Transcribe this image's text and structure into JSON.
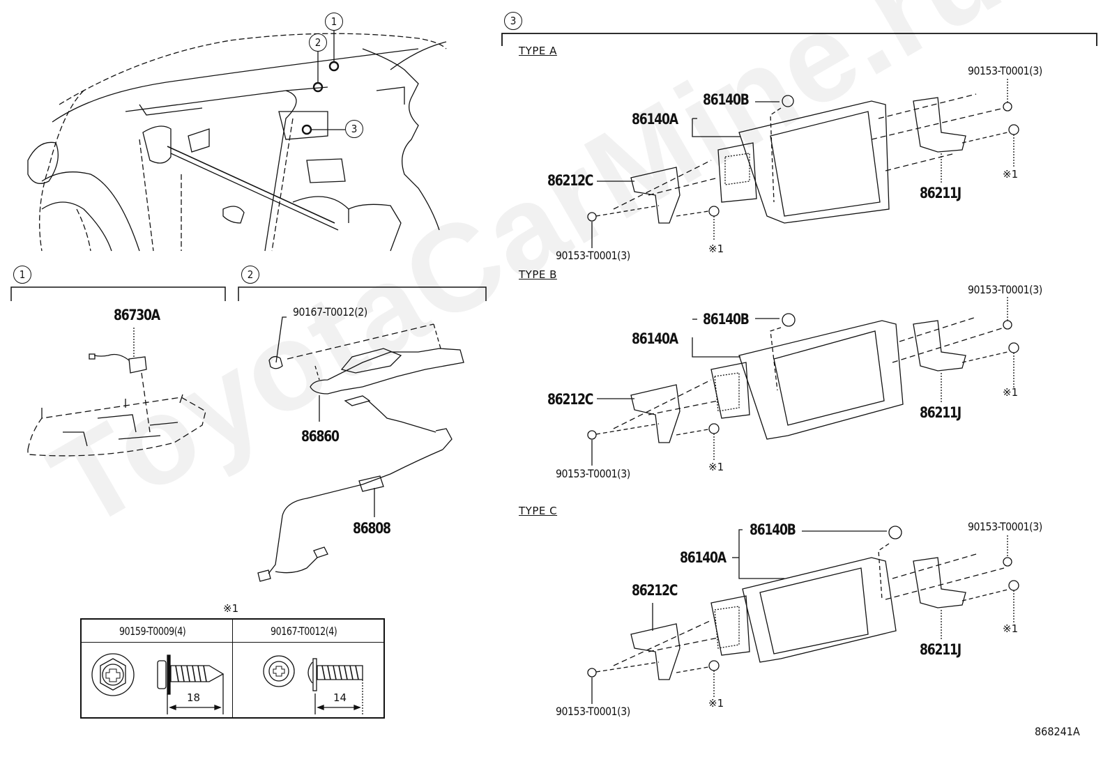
{
  "watermark": "ToyotaCarMine.ru",
  "figure_id": "868241A",
  "overview": {
    "callouts": [
      "1",
      "2",
      "3"
    ]
  },
  "section1": {
    "marker": "1",
    "parts": [
      {
        "id": "86730A"
      }
    ]
  },
  "section2": {
    "marker": "2",
    "parts": [
      {
        "id": "90167-T0012(2)"
      },
      {
        "id": "86860"
      },
      {
        "id": "86808"
      }
    ]
  },
  "section3": {
    "marker": "3",
    "types": [
      {
        "label": "TYPE A",
        "parts": [
          "86140B",
          "86140A",
          "86212C",
          "90153-T0001(3)",
          "※1",
          "90153-T0001(3)",
          "86211J",
          "※1"
        ]
      },
      {
        "label": "TYPE B",
        "parts": [
          "86140B",
          "86140A",
          "86212C",
          "90153-T0001(3)",
          "※1",
          "90153-T0001(3)",
          "86211J",
          "※1"
        ]
      },
      {
        "label": "TYPE C",
        "parts": [
          "86140B",
          "86140A",
          "86212C",
          "90153-T0001(3)",
          "※1",
          "90153-T0001(3)",
          "86211J",
          "※1"
        ]
      }
    ]
  },
  "fastener_table": {
    "note": "※1",
    "columns": [
      {
        "part": "90159-T0009(4)",
        "length": "18"
      },
      {
        "part": "90167-T0012(4)",
        "length": "14"
      }
    ]
  }
}
